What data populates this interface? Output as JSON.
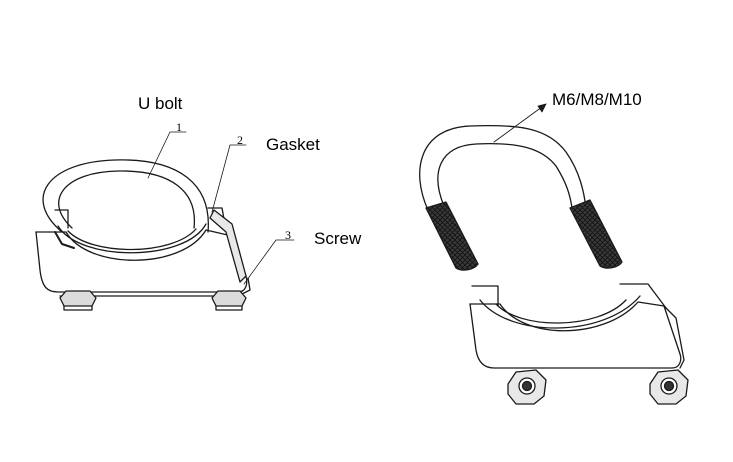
{
  "labels": {
    "u_bolt": "U bolt",
    "gasket": "Gasket",
    "screw": "Screw",
    "thread_sizes": "M6/M8/M10"
  },
  "callouts": [
    "1",
    "2",
    "3"
  ],
  "colors": {
    "line": "#1a1a1a",
    "thread": "#2b2b2b",
    "background": "#ffffff"
  }
}
